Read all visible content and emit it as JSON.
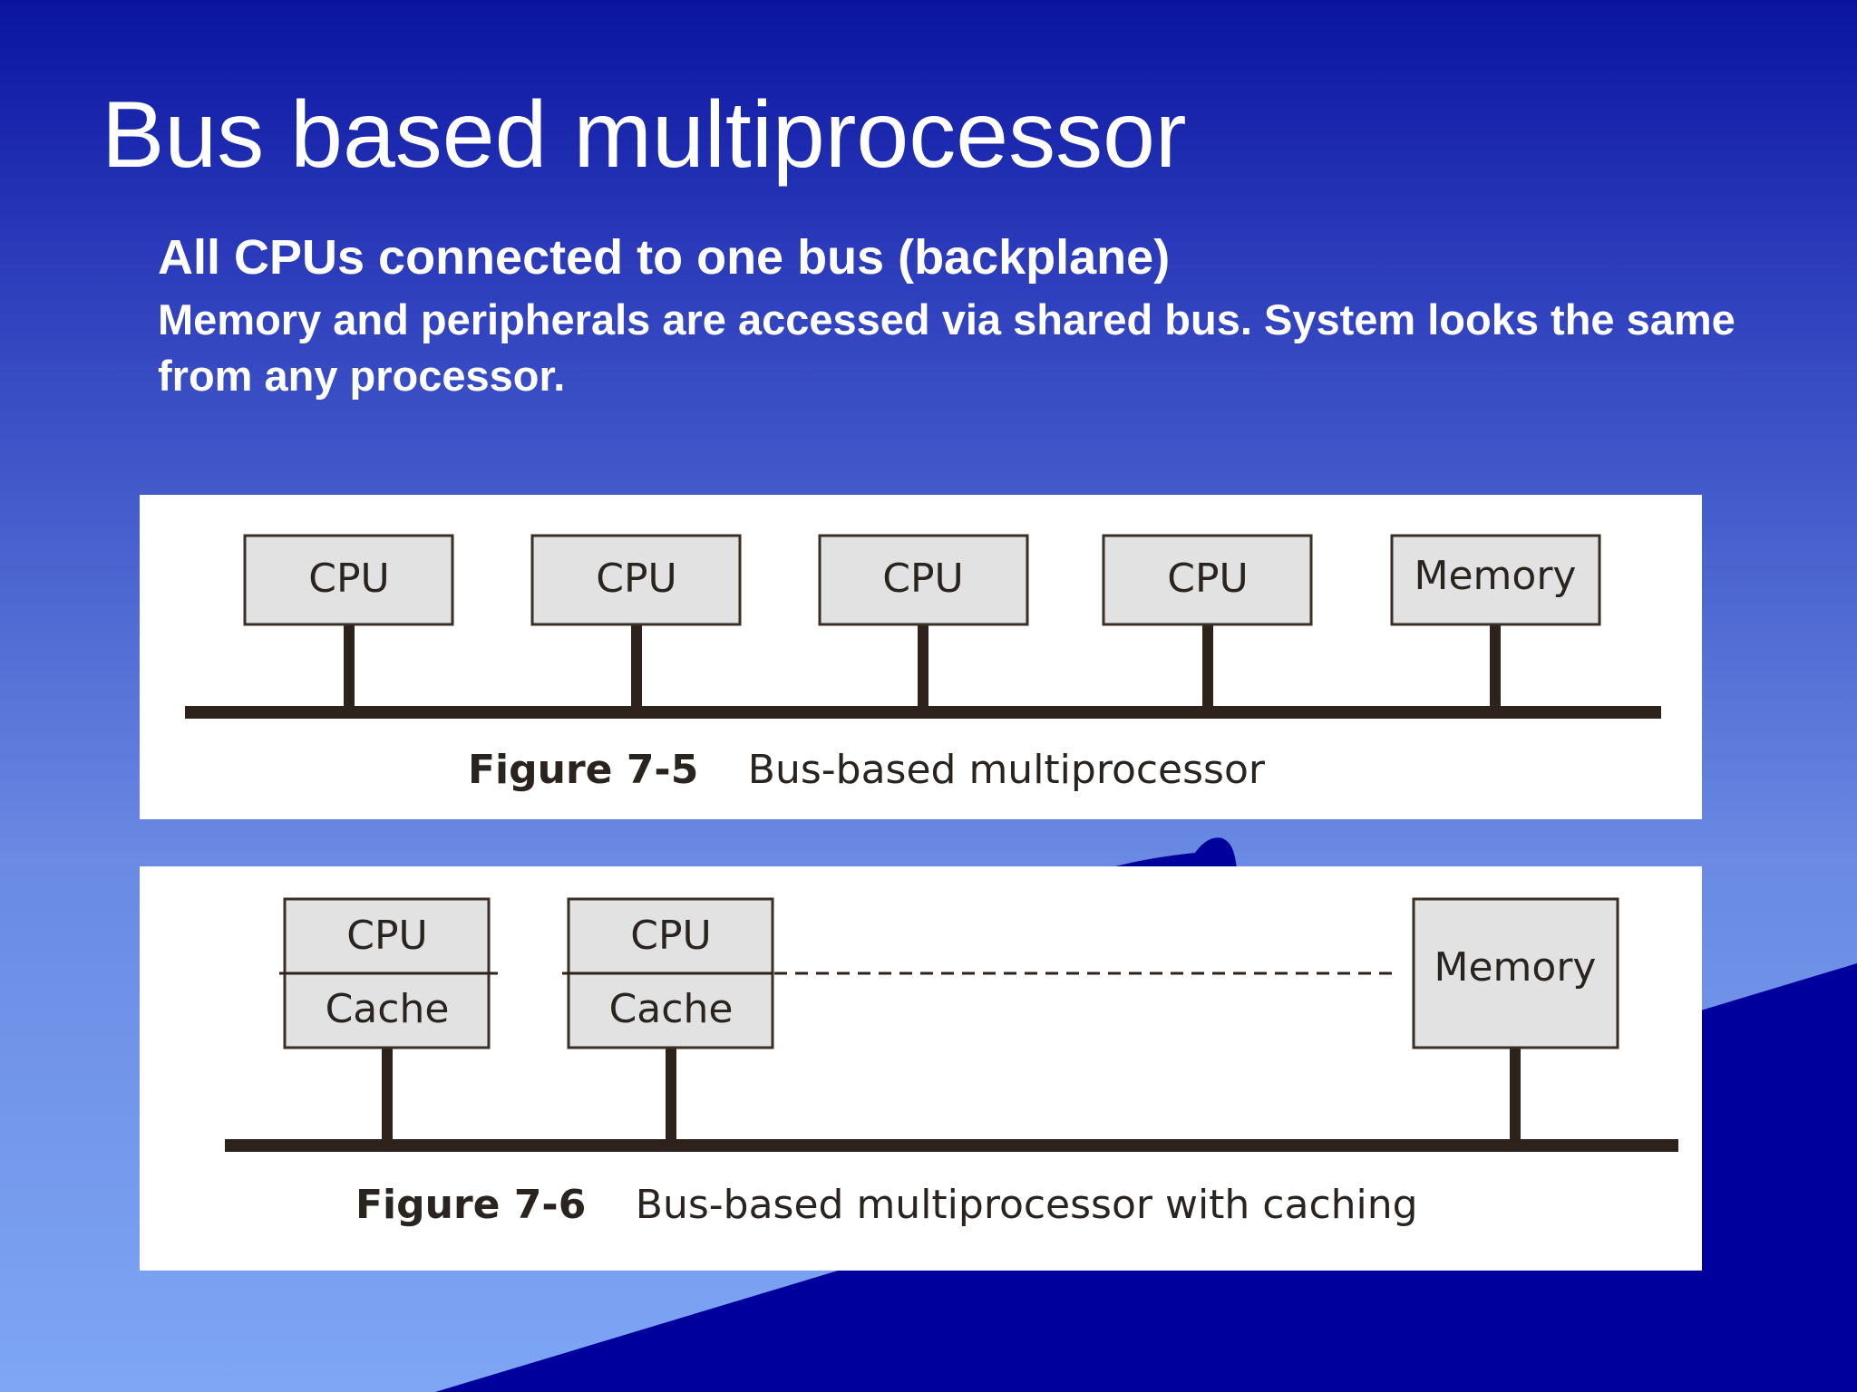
{
  "slide": {
    "title": "Bus based multiprocessor",
    "bullets": [
      "All CPUs connected to one bus (backplane)",
      "Memory and peripherals are accessed via shared bus. System looks the same from any processor."
    ]
  },
  "figure_7_5": {
    "nodes": [
      "CPU",
      "CPU",
      "CPU",
      "CPU",
      "Memory"
    ],
    "caption_label": "Figure 7-5",
    "caption_text": "Bus-based multiprocessor"
  },
  "figure_7_6": {
    "nodes": [
      {
        "top": "CPU",
        "bottom": "Cache"
      },
      {
        "top": "CPU",
        "bottom": "Cache"
      }
    ],
    "memory_label": "Memory",
    "caption_label": "Figure 7-6",
    "caption_text": "Bus-based multiprocessor with caching"
  },
  "colors": {
    "background_top": "#0a14a0",
    "background_bottom": "#7ea6f5",
    "corner_triangle": "#00009c",
    "box_fill": "#e2e2e2",
    "line": "#2d221c"
  }
}
